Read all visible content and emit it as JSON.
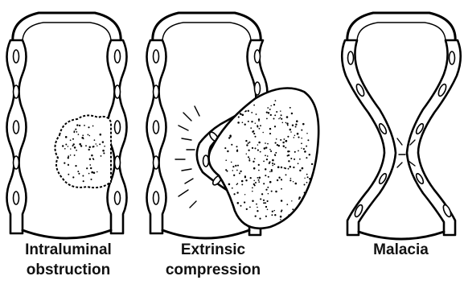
{
  "panels": [
    {
      "id": "intraluminal",
      "caption_lines": [
        "Intraluminal",
        "obstruction"
      ]
    },
    {
      "id": "extrinsic",
      "caption_lines": [
        "Extrinsic",
        "compression"
      ]
    },
    {
      "id": "malacia",
      "caption_lines": [
        "Malacia"
      ]
    }
  ]
}
